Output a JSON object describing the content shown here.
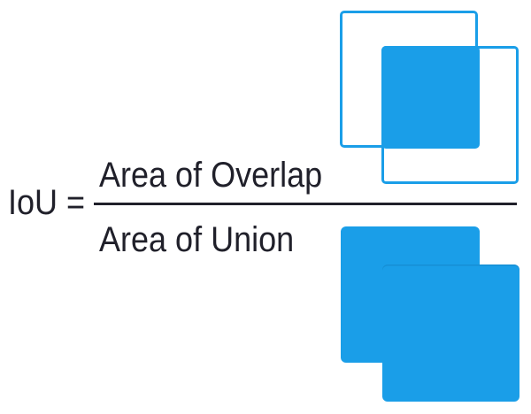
{
  "formula": {
    "lhs": "IoU =",
    "numerator": "Area of Overlap",
    "denominator": "Area of Union"
  },
  "diagrams": {
    "intersection": {
      "description": "Two overlapping square bounding boxes drawn in blue outline with the overlapping region filled solid blue"
    },
    "union": {
      "description": "The combined area of both square bounding boxes filled solid blue"
    }
  },
  "colors": {
    "accent_blue": "#1A9EE8",
    "text_dark": "#20202A",
    "background": "#FFFFFF"
  }
}
